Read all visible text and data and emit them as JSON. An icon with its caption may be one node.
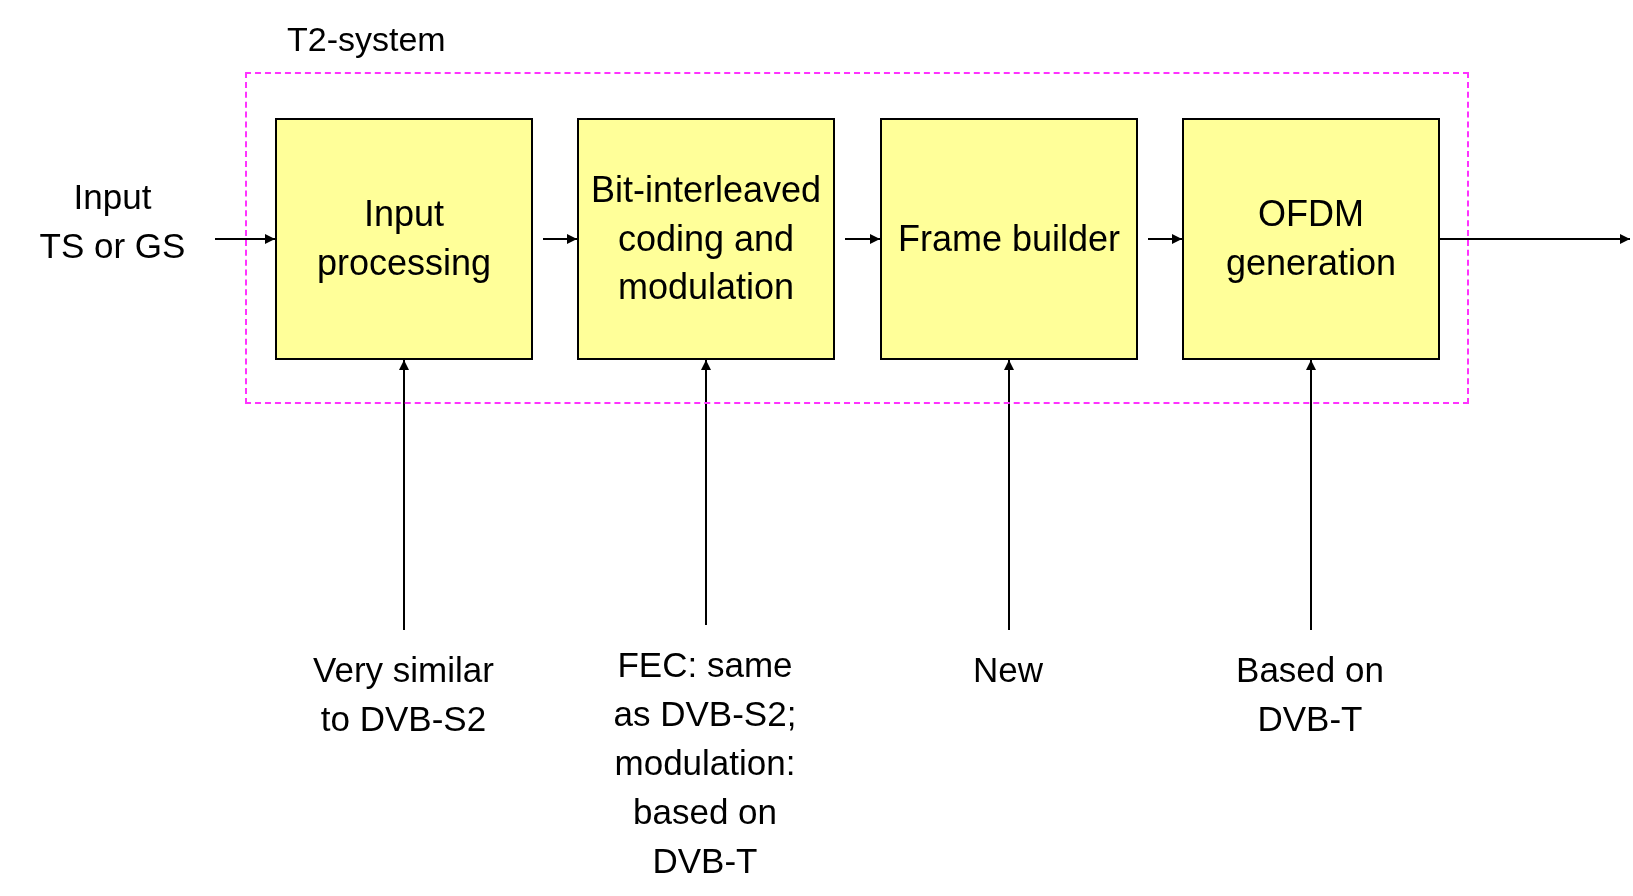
{
  "diagram": {
    "nodes": [
      {
        "text": [
          "T2-system"
        ]
      },
      {
        "text": [
          "Input TS or GS"
        ]
      },
      {
        "text": [
          "Input processing"
        ],
        "in": 0
      },
      {
        "text": [
          "Bit-interleaved coding and modulation"
        ],
        "in": 0
      },
      {
        "text": [
          "Frame builder"
        ],
        "in": 0
      },
      {
        "text": [
          "OFDM generation"
        ],
        "in": 0
      },
      {
        "text": [
          "Very similar to DVB-S2"
        ]
      },
      {
        "text": [
          "FEC: same as DVB-S2; modulation: based on DVB-T"
        ]
      },
      {
        "text": [
          "New"
        ]
      },
      {
        "text": [
          "Based on DVB-T"
        ]
      }
    ],
    "edges": [
      {
        "from": 1,
        "to": 2,
        "arrow": "to"
      },
      {
        "from": 2,
        "to": 3,
        "arrow": "to"
      },
      {
        "from": 3,
        "to": 4,
        "arrow": "to"
      },
      {
        "from": 4,
        "to": 5,
        "arrow": "to"
      },
      {
        "from": 5,
        "to": null,
        "arrow": "to"
      },
      {
        "from": 6,
        "to": 2,
        "arrow": "to"
      },
      {
        "from": 7,
        "to": 3,
        "arrow": "to"
      },
      {
        "from": 8,
        "to": 4,
        "arrow": "to"
      },
      {
        "from": 9,
        "to": 5,
        "arrow": "to"
      }
    ]
  }
}
